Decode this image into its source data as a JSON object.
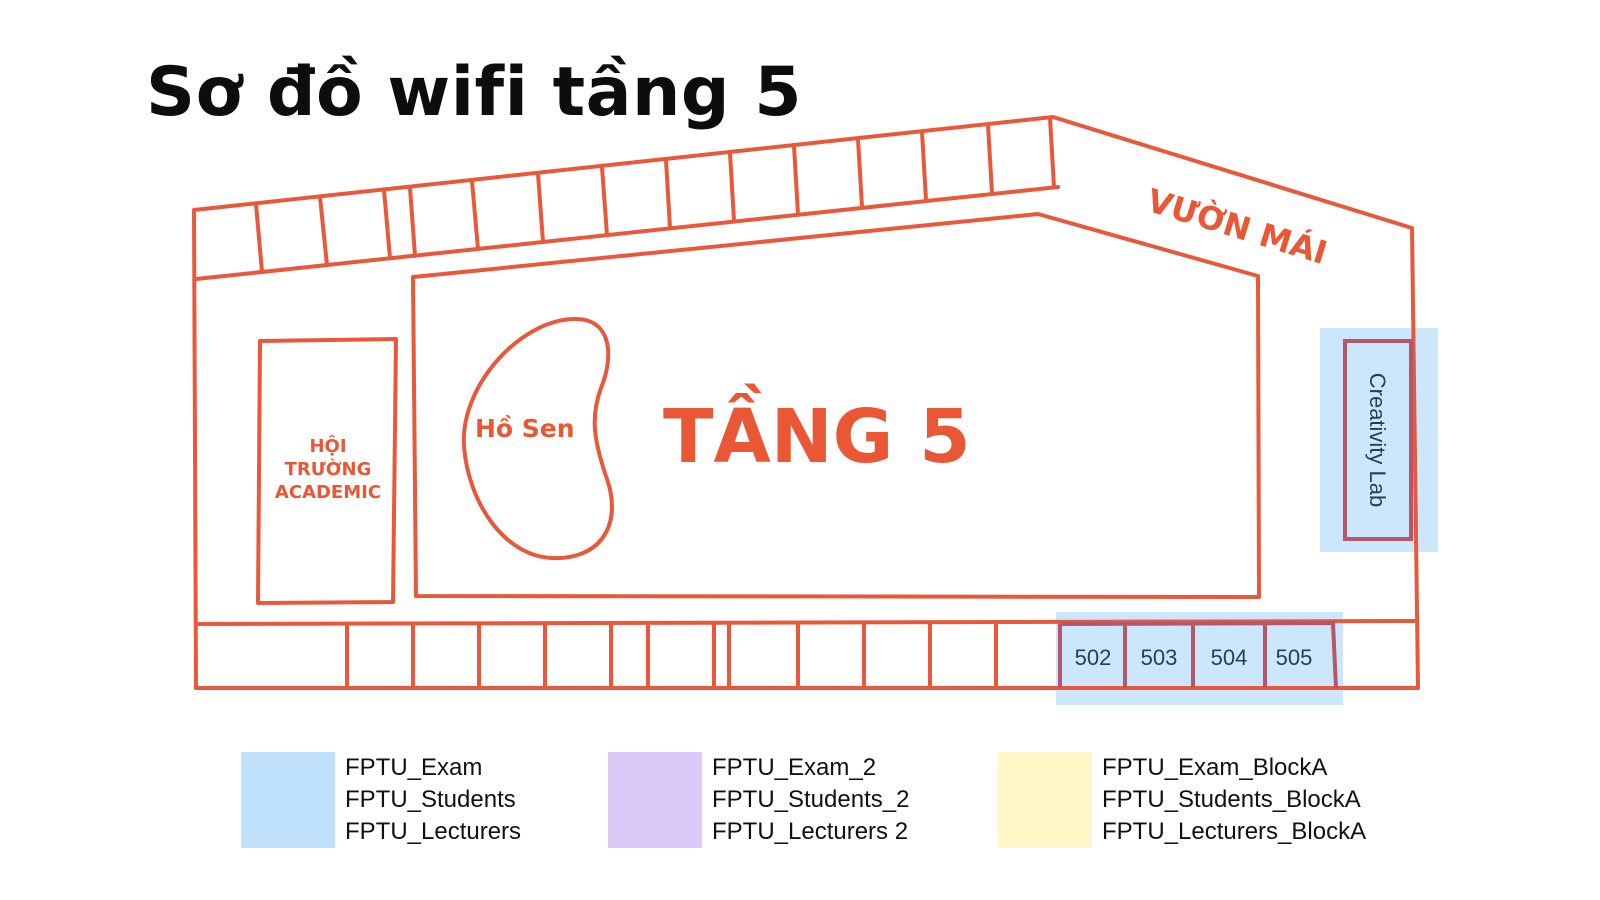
{
  "title": "Sơ đồ wifi tầng 5",
  "map": {
    "wall_color": "#e8583a",
    "labels": {
      "roof_garden": "VƯỜN MÁI",
      "floor": "TẦNG 5",
      "lotus_pond": "Hồ Sen",
      "hall_line1": "HỘI",
      "hall_line2": "TRƯỜNG",
      "hall_line3": "ACADEMIC",
      "creativity_lab": "Creativity Lab"
    },
    "rooms": [
      "502",
      "503",
      "504",
      "505"
    ]
  },
  "legend": [
    {
      "color": "#bfe1fb",
      "networks": [
        "FPTU_Exam",
        "FPTU_Students",
        "FPTU_Lecturers"
      ]
    },
    {
      "color": "#dcc9f8",
      "networks": [
        "FPTU_Exam_2",
        "FPTU_Students_2",
        "FPTU_Lecturers 2"
      ]
    },
    {
      "color": "#fdf6c6",
      "networks": [
        "FPTU_Exam_BlockA",
        "FPTU_Students_BlockA",
        "FPTU_Lecturers_BlockA"
      ]
    }
  ]
}
